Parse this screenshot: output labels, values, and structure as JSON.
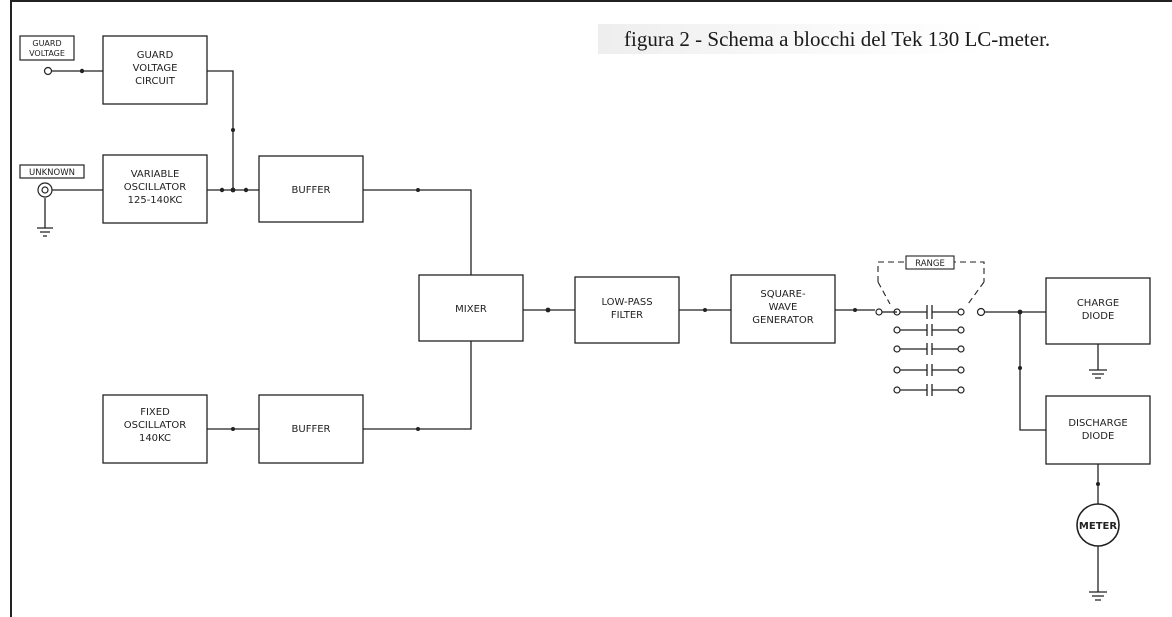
{
  "caption": "figura 2 - Schema a blocchi del Tek 130 LC-meter.",
  "terminals": {
    "guard_voltage": [
      "GUARD",
      "VOLTAGE"
    ],
    "unknown": "UNKNOWN",
    "range": "RANGE"
  },
  "blocks": {
    "guard_voltage_circuit": [
      "GUARD",
      "VOLTAGE",
      "CIRCUIT"
    ],
    "variable_oscillator": [
      "VARIABLE",
      "OSCILLATOR",
      "125-140KC"
    ],
    "buffer_upper": [
      "BUFFER"
    ],
    "fixed_oscillator": [
      "FIXED",
      "OSCILLATOR",
      "140KC"
    ],
    "buffer_lower": [
      "BUFFER"
    ],
    "mixer": [
      "MIXER"
    ],
    "low_pass_filter": [
      "LOW-PASS",
      "FILTER"
    ],
    "square_wave_generator": [
      "SQUARE-",
      "WAVE",
      "GENERATOR"
    ],
    "charge_diode": [
      "CHARGE",
      "DIODE"
    ],
    "discharge_diode": [
      "DISCHARGE",
      "DIODE"
    ],
    "meter": [
      "METER"
    ]
  }
}
